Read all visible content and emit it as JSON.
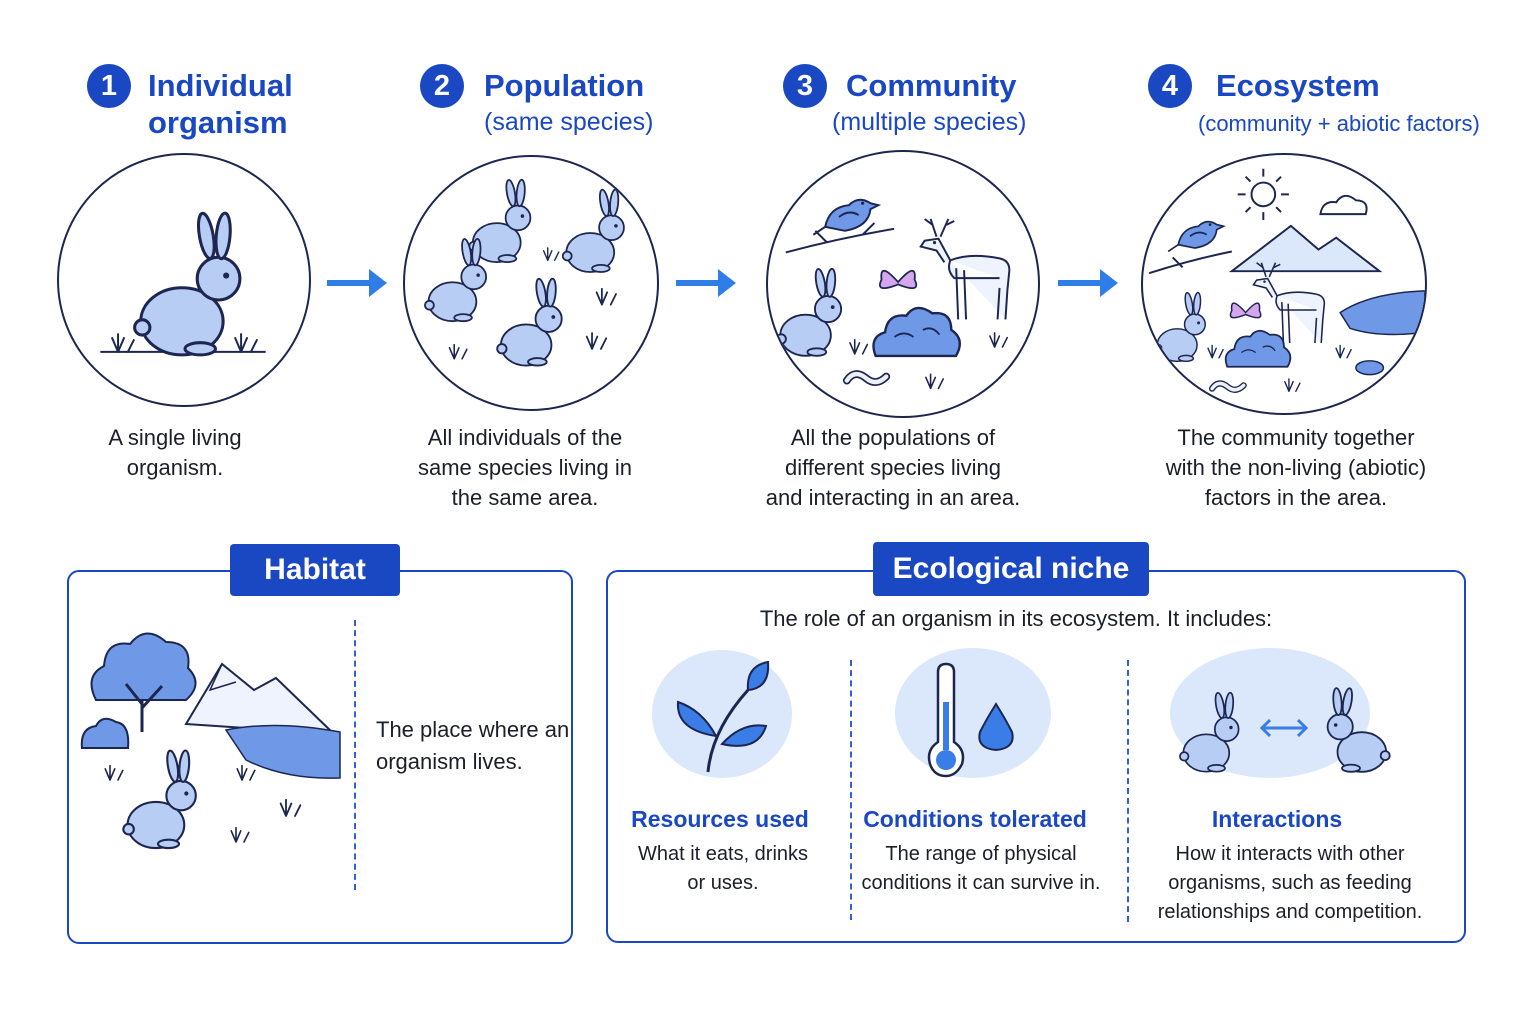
{
  "levels": [
    {
      "number": "1",
      "title_line1": "Individual",
      "title_line2": "organism",
      "subtitle": "",
      "desc_lines": [
        "A single living",
        "organism."
      ]
    },
    {
      "number": "2",
      "title_line1": "Population",
      "title_line2": "",
      "subtitle": "(same species)",
      "desc_lines": [
        "All individuals of the",
        "same species living in",
        "the same area."
      ]
    },
    {
      "number": "3",
      "title_line1": "Community",
      "title_line2": "",
      "subtitle": "(multiple species)",
      "desc_lines": [
        "All the populations of",
        "different species living",
        "and interacting in an area."
      ]
    },
    {
      "number": "4",
      "title_line1": "Ecosystem",
      "title_line2": "",
      "subtitle": "(community + abiotic factors)",
      "desc_lines": [
        "The community together",
        "with the non-living (abiotic)",
        "factors in the area."
      ]
    }
  ],
  "habitat": {
    "tag": "Habitat",
    "desc_lines": [
      "The place where an",
      "organism lives."
    ]
  },
  "niche": {
    "tag": "Ecological niche",
    "intro": "The role of an organism in its ecosystem. It includes:",
    "columns": [
      {
        "title": "Resources used",
        "desc_lines": [
          "What it eats, drinks",
          "or uses."
        ],
        "icon": "leaf-icon"
      },
      {
        "title": "Conditions tolerated",
        "desc_lines": [
          "The range of physical",
          "conditions it can survive in."
        ],
        "icon": "thermometer-icon"
      },
      {
        "title": "Interactions",
        "desc_lines": [
          "How it interacts with other",
          "organisms, such as feeding",
          "relationships and competition."
        ],
        "icon": "rabbits-interaction-icon"
      }
    ]
  },
  "colors": {
    "accent": "#1a47c2",
    "arrow": "#2f7ee8",
    "fill": "#b8cdf4",
    "outline": "#1c2650"
  }
}
